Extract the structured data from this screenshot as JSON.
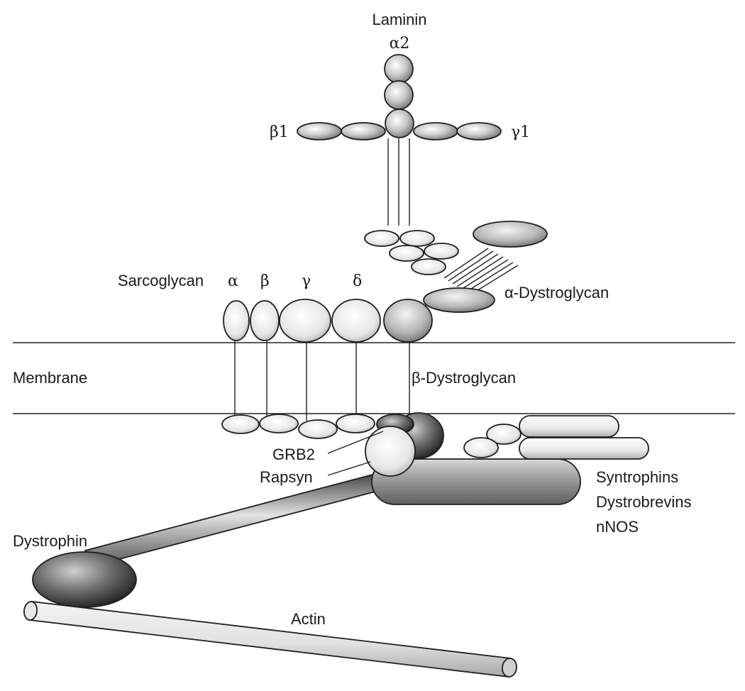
{
  "labels": {
    "laminin": "Laminin",
    "alpha2": "α2",
    "beta1": "β1",
    "gamma1": "γ1",
    "sarcoglycan": "Sarcoglycan",
    "sg_alpha": "α",
    "sg_beta": "β",
    "sg_gamma": "γ",
    "sg_delta": "δ",
    "alpha_dystroglycan": "α-Dystroglycan",
    "membrane": "Membrane",
    "beta_dystroglycan": "β-Dystroglycan",
    "grb2": "GRB2",
    "rapsyn": "Rapsyn",
    "syntrophins": "Syntrophins",
    "dystrobrevins": "Dystrobrevins",
    "nnos": "nNOS",
    "dystrophin": "Dystrophin",
    "actin": "Actin"
  }
}
